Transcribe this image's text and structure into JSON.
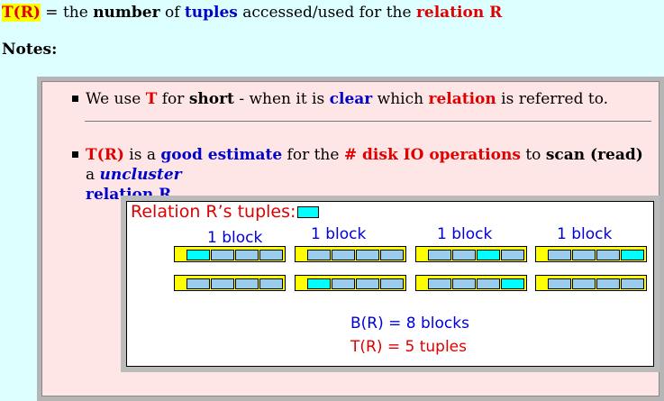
{
  "definition": {
    "term": "T(R)",
    "eq": "=",
    "w1": "the",
    "number": "number",
    "of": "of",
    "tuples": "tuples",
    "rest": "accessed/used for the",
    "relation": "relation R"
  },
  "notes_label": "Notes:",
  "bullet1": {
    "p1": "We use",
    "t": "T",
    "p2": "for",
    "short": "short",
    "p3": "- when it is",
    "clear": "clear",
    "p4": "which",
    "relation": "relation",
    "p5": "is referred to."
  },
  "bullet2": {
    "tr": "T(R)",
    "p1": "is a",
    "good": "good estimate",
    "p2": "for the",
    "disk": "# disk IO operations",
    "p3": "to",
    "scan": "scan (read)",
    "p4": "a",
    "unclustered": "uncluster",
    "relation": "relation R"
  },
  "figure": {
    "title": "Relation R’s tuples:",
    "block_labels": [
      "1 block",
      "1 block",
      "1 block",
      "1 block"
    ],
    "b_value": "B(R) = 8 blocks",
    "t_value": "T(R) = 5 tuples",
    "colors": {
      "used": "#00ffff",
      "empty": "#99ccee",
      "block": "#ffff00"
    },
    "blocks_row1": [
      [
        1,
        0,
        0,
        0
      ],
      [
        0,
        0,
        0,
        0
      ],
      [
        0,
        0,
        1,
        0
      ],
      [
        0,
        0,
        0,
        1
      ]
    ],
    "blocks_row2": [
      [
        0,
        0,
        0,
        0
      ],
      [
        1,
        0,
        0,
        0
      ],
      [
        0,
        0,
        0,
        1
      ],
      [
        0,
        0,
        0,
        0
      ]
    ]
  }
}
